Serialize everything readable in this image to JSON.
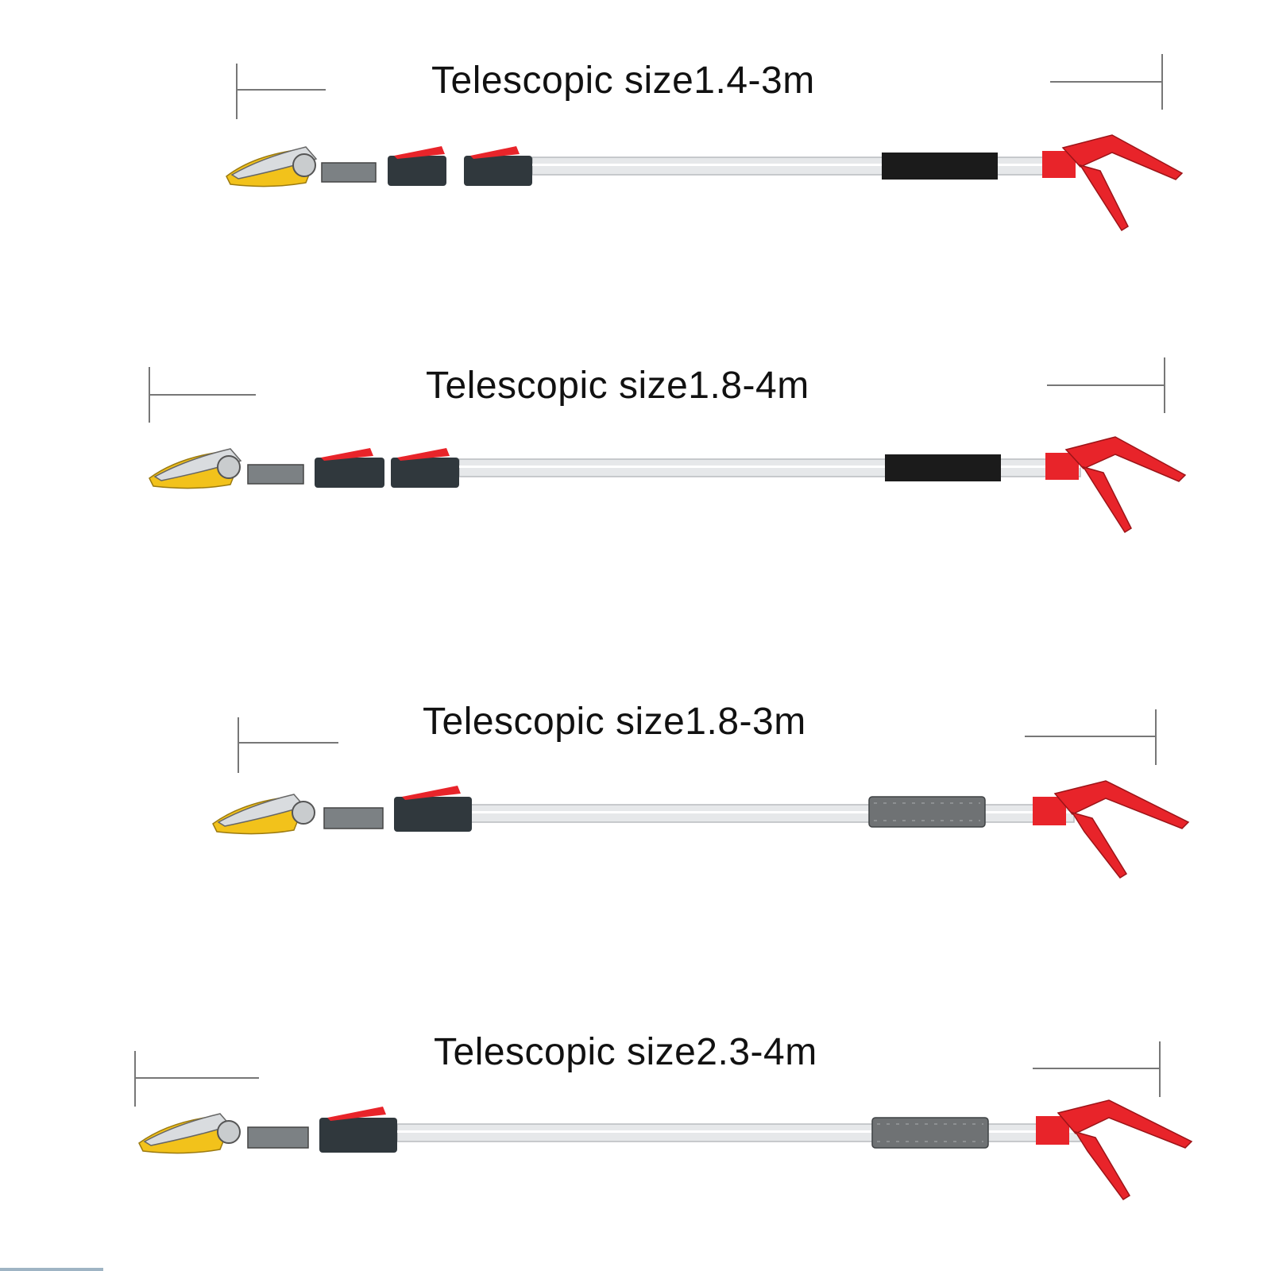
{
  "tools": [
    {
      "label": "Telescopic size1.4-3m",
      "clamps": 2,
      "grip": "black"
    },
    {
      "label": "Telescopic size1.8-4m",
      "clamps": 2,
      "grip": "black"
    },
    {
      "label": "Telescopic size1.8-3m",
      "clamps": 1,
      "grip": "grey"
    },
    {
      "label": "Telescopic size2.3-4m",
      "clamps": 1,
      "grip": "grey"
    }
  ],
  "colors": {
    "blade_yellow": "#f2c21b",
    "handle_red": "#e8242a",
    "clamp_dark": "#30383d",
    "grip_black": "#1b1b1b",
    "grip_grey": "#6f7274",
    "pole_silver": "#e6e8ea"
  }
}
